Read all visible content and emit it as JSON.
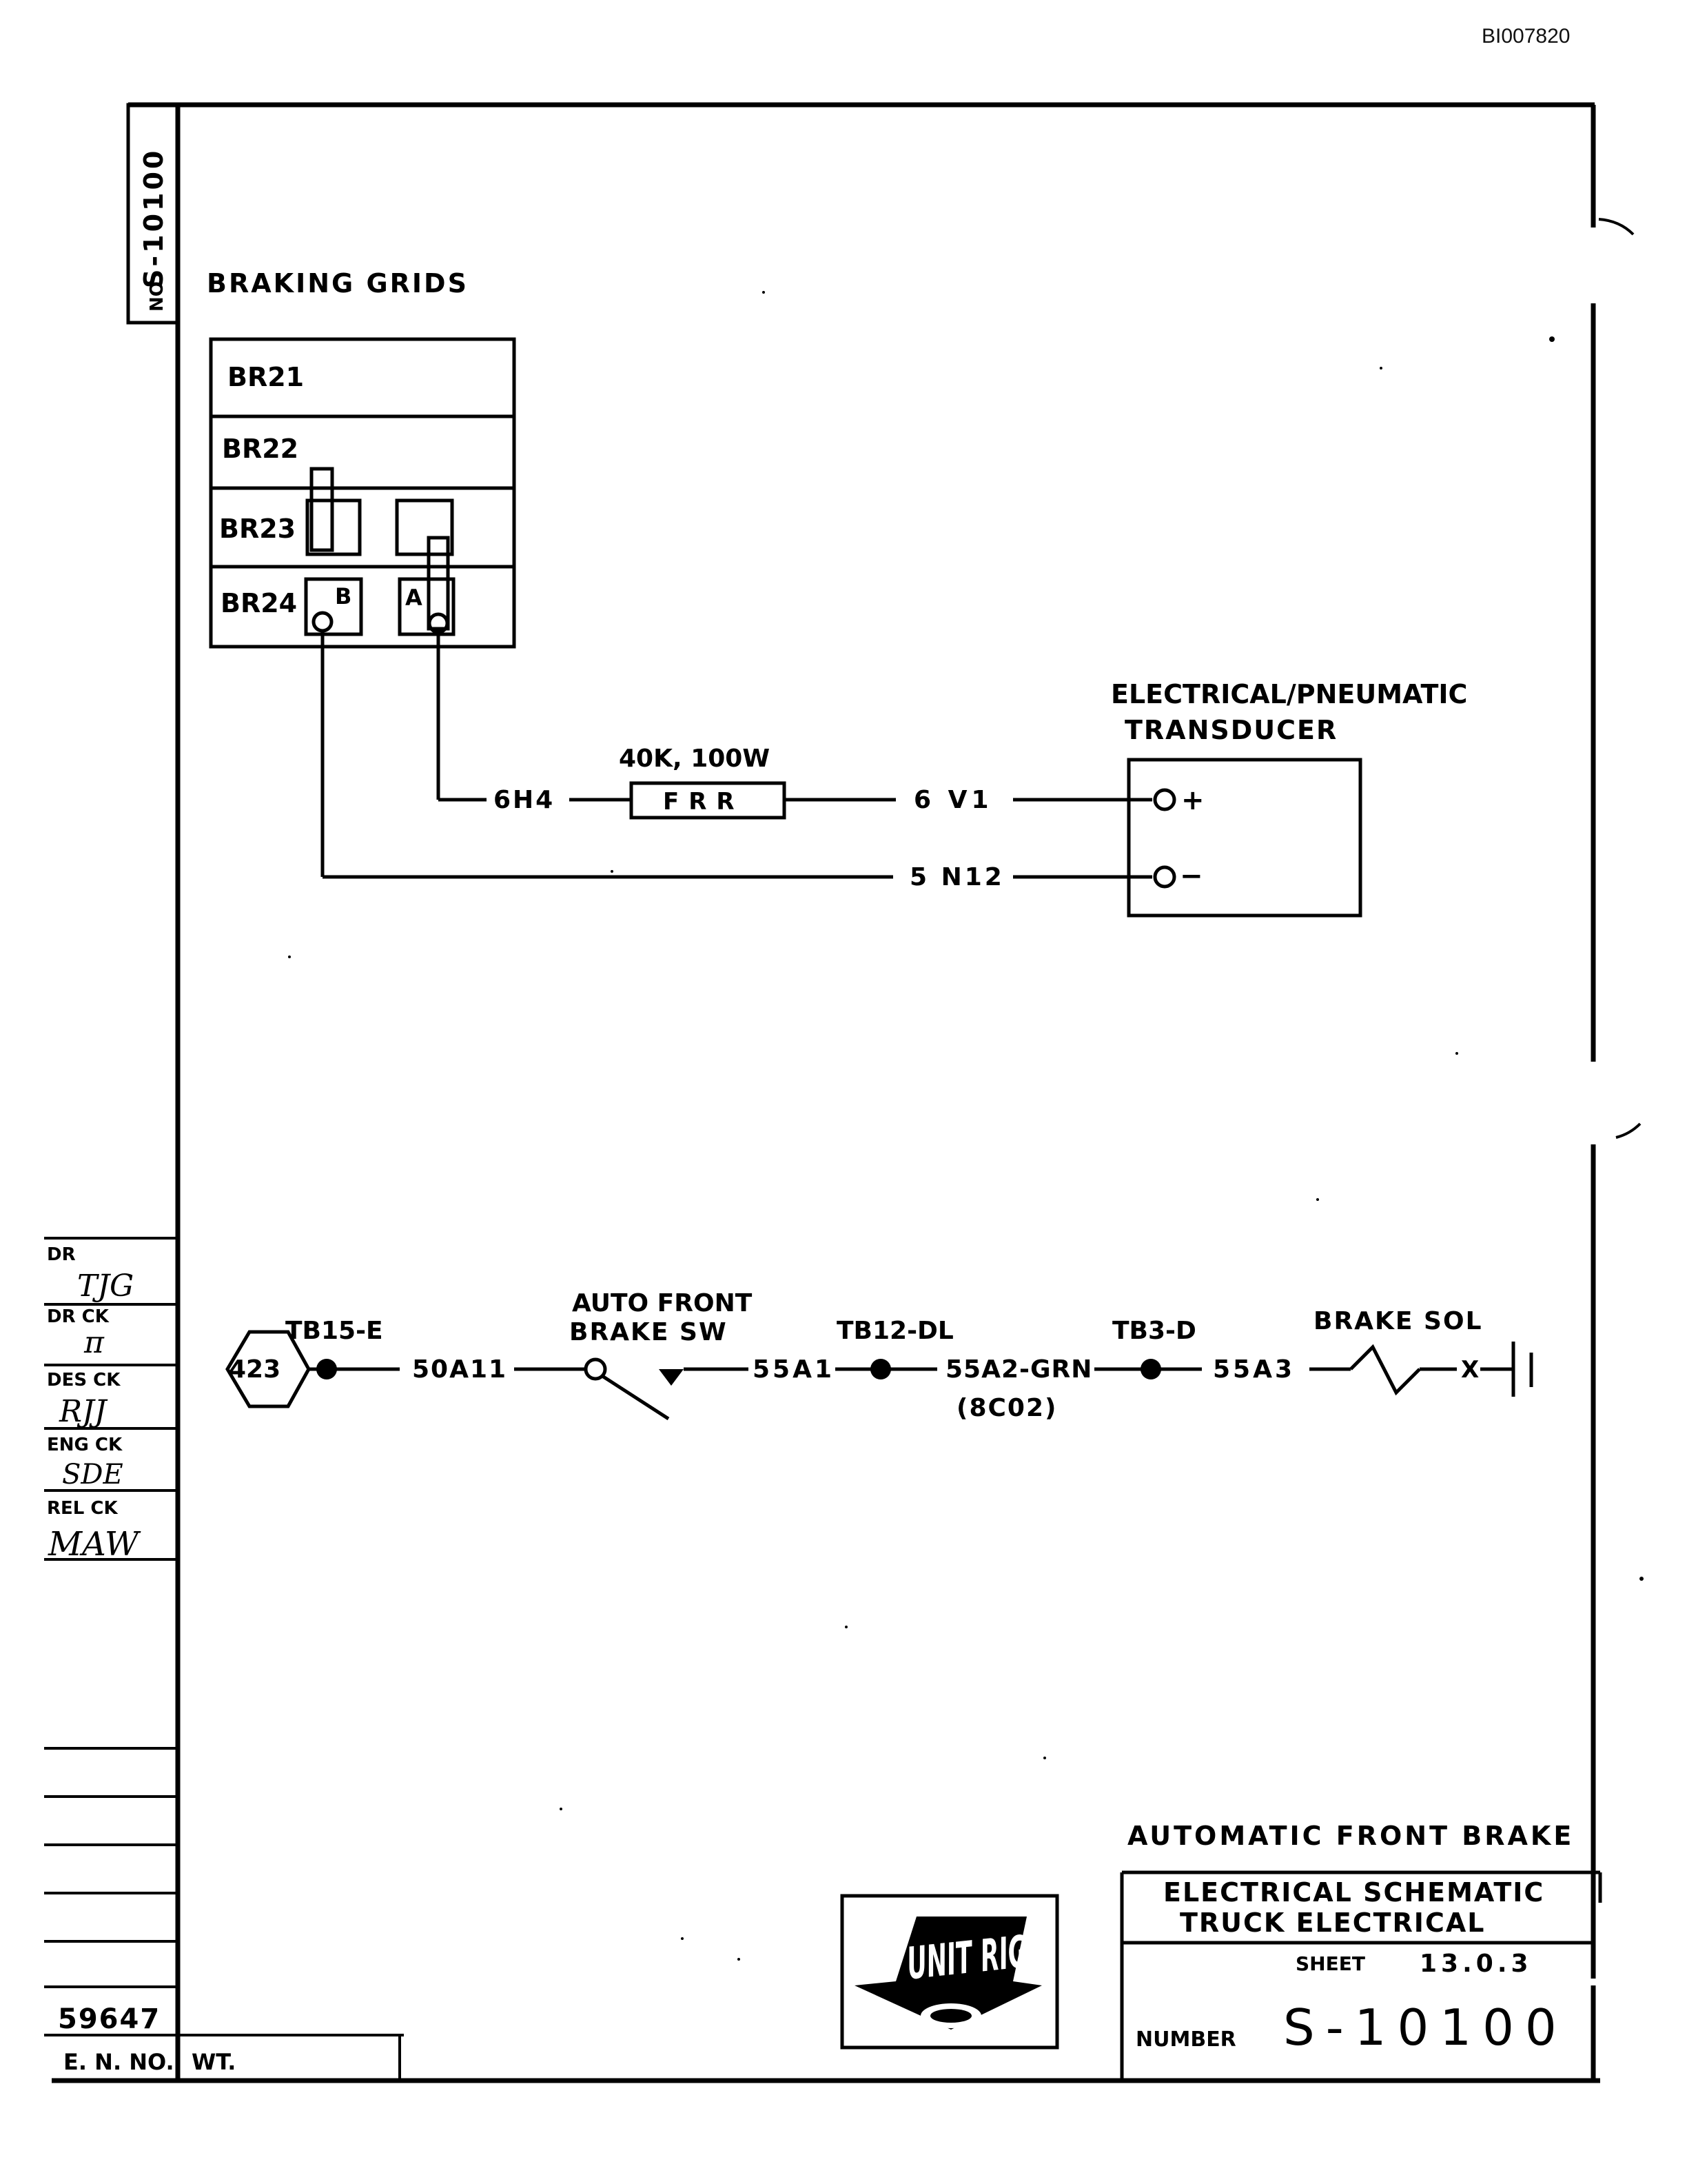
{
  "document_id": "BI007820",
  "side_tab": {
    "number_label": "NO.",
    "number": "S-10100"
  },
  "braking_grids": {
    "title": "BRAKING GRIDS",
    "rows": [
      "BR21",
      "BR22",
      "BR23",
      "BR24"
    ],
    "terminal_b": "B",
    "terminal_a": "A"
  },
  "resistor_circuit": {
    "wire_a": "6H4",
    "resistor_rating": "40K, 100W",
    "resistor_label": "FRR",
    "wire_out": "6 V1",
    "wire_b": "5 N12"
  },
  "transducer": {
    "title_line1": "ELECTRICAL/PNEUMATIC",
    "title_line2": "TRANSDUCER",
    "plus": "+",
    "minus": "−"
  },
  "brake_circuit": {
    "source": "423",
    "tb1": "TB15-E",
    "wire1": "50A11",
    "switch_line1": "AUTO FRONT",
    "switch_line2": "BRAKE SW",
    "wire2": "55A1",
    "tb2": "TB12-DL",
    "wire3": "55A2-GRN",
    "wire3_note": "(8C02)",
    "tb3": "TB3-D",
    "wire4": "55A3",
    "solenoid": "BRAKE SOL",
    "ground_mark": "X"
  },
  "check_block": {
    "dr_label": "DR",
    "dr_value": "TJG",
    "drck_label": "DR CK",
    "drck_value": "π",
    "desck_label": "DES CK",
    "desck_value": "RJJ",
    "engck_label": "ENG CK",
    "engck_value": "SDE",
    "relck_label": "REL CK",
    "relck_value": "MAW"
  },
  "title_block": {
    "caption": "AUTOMATIC FRONT BRAKE",
    "title_line1": "ELECTRICAL SCHEMATIC",
    "title_line2": "TRUCK ELECTRICAL",
    "sheet_label": "SHEET",
    "sheet_value": "13.0.3",
    "number_label": "NUMBER",
    "number_value": "S-10100",
    "logo_text": "UNIT RIG",
    "en_number": "59647",
    "en_label": "E. N. NO.",
    "wt_label": "WT."
  }
}
